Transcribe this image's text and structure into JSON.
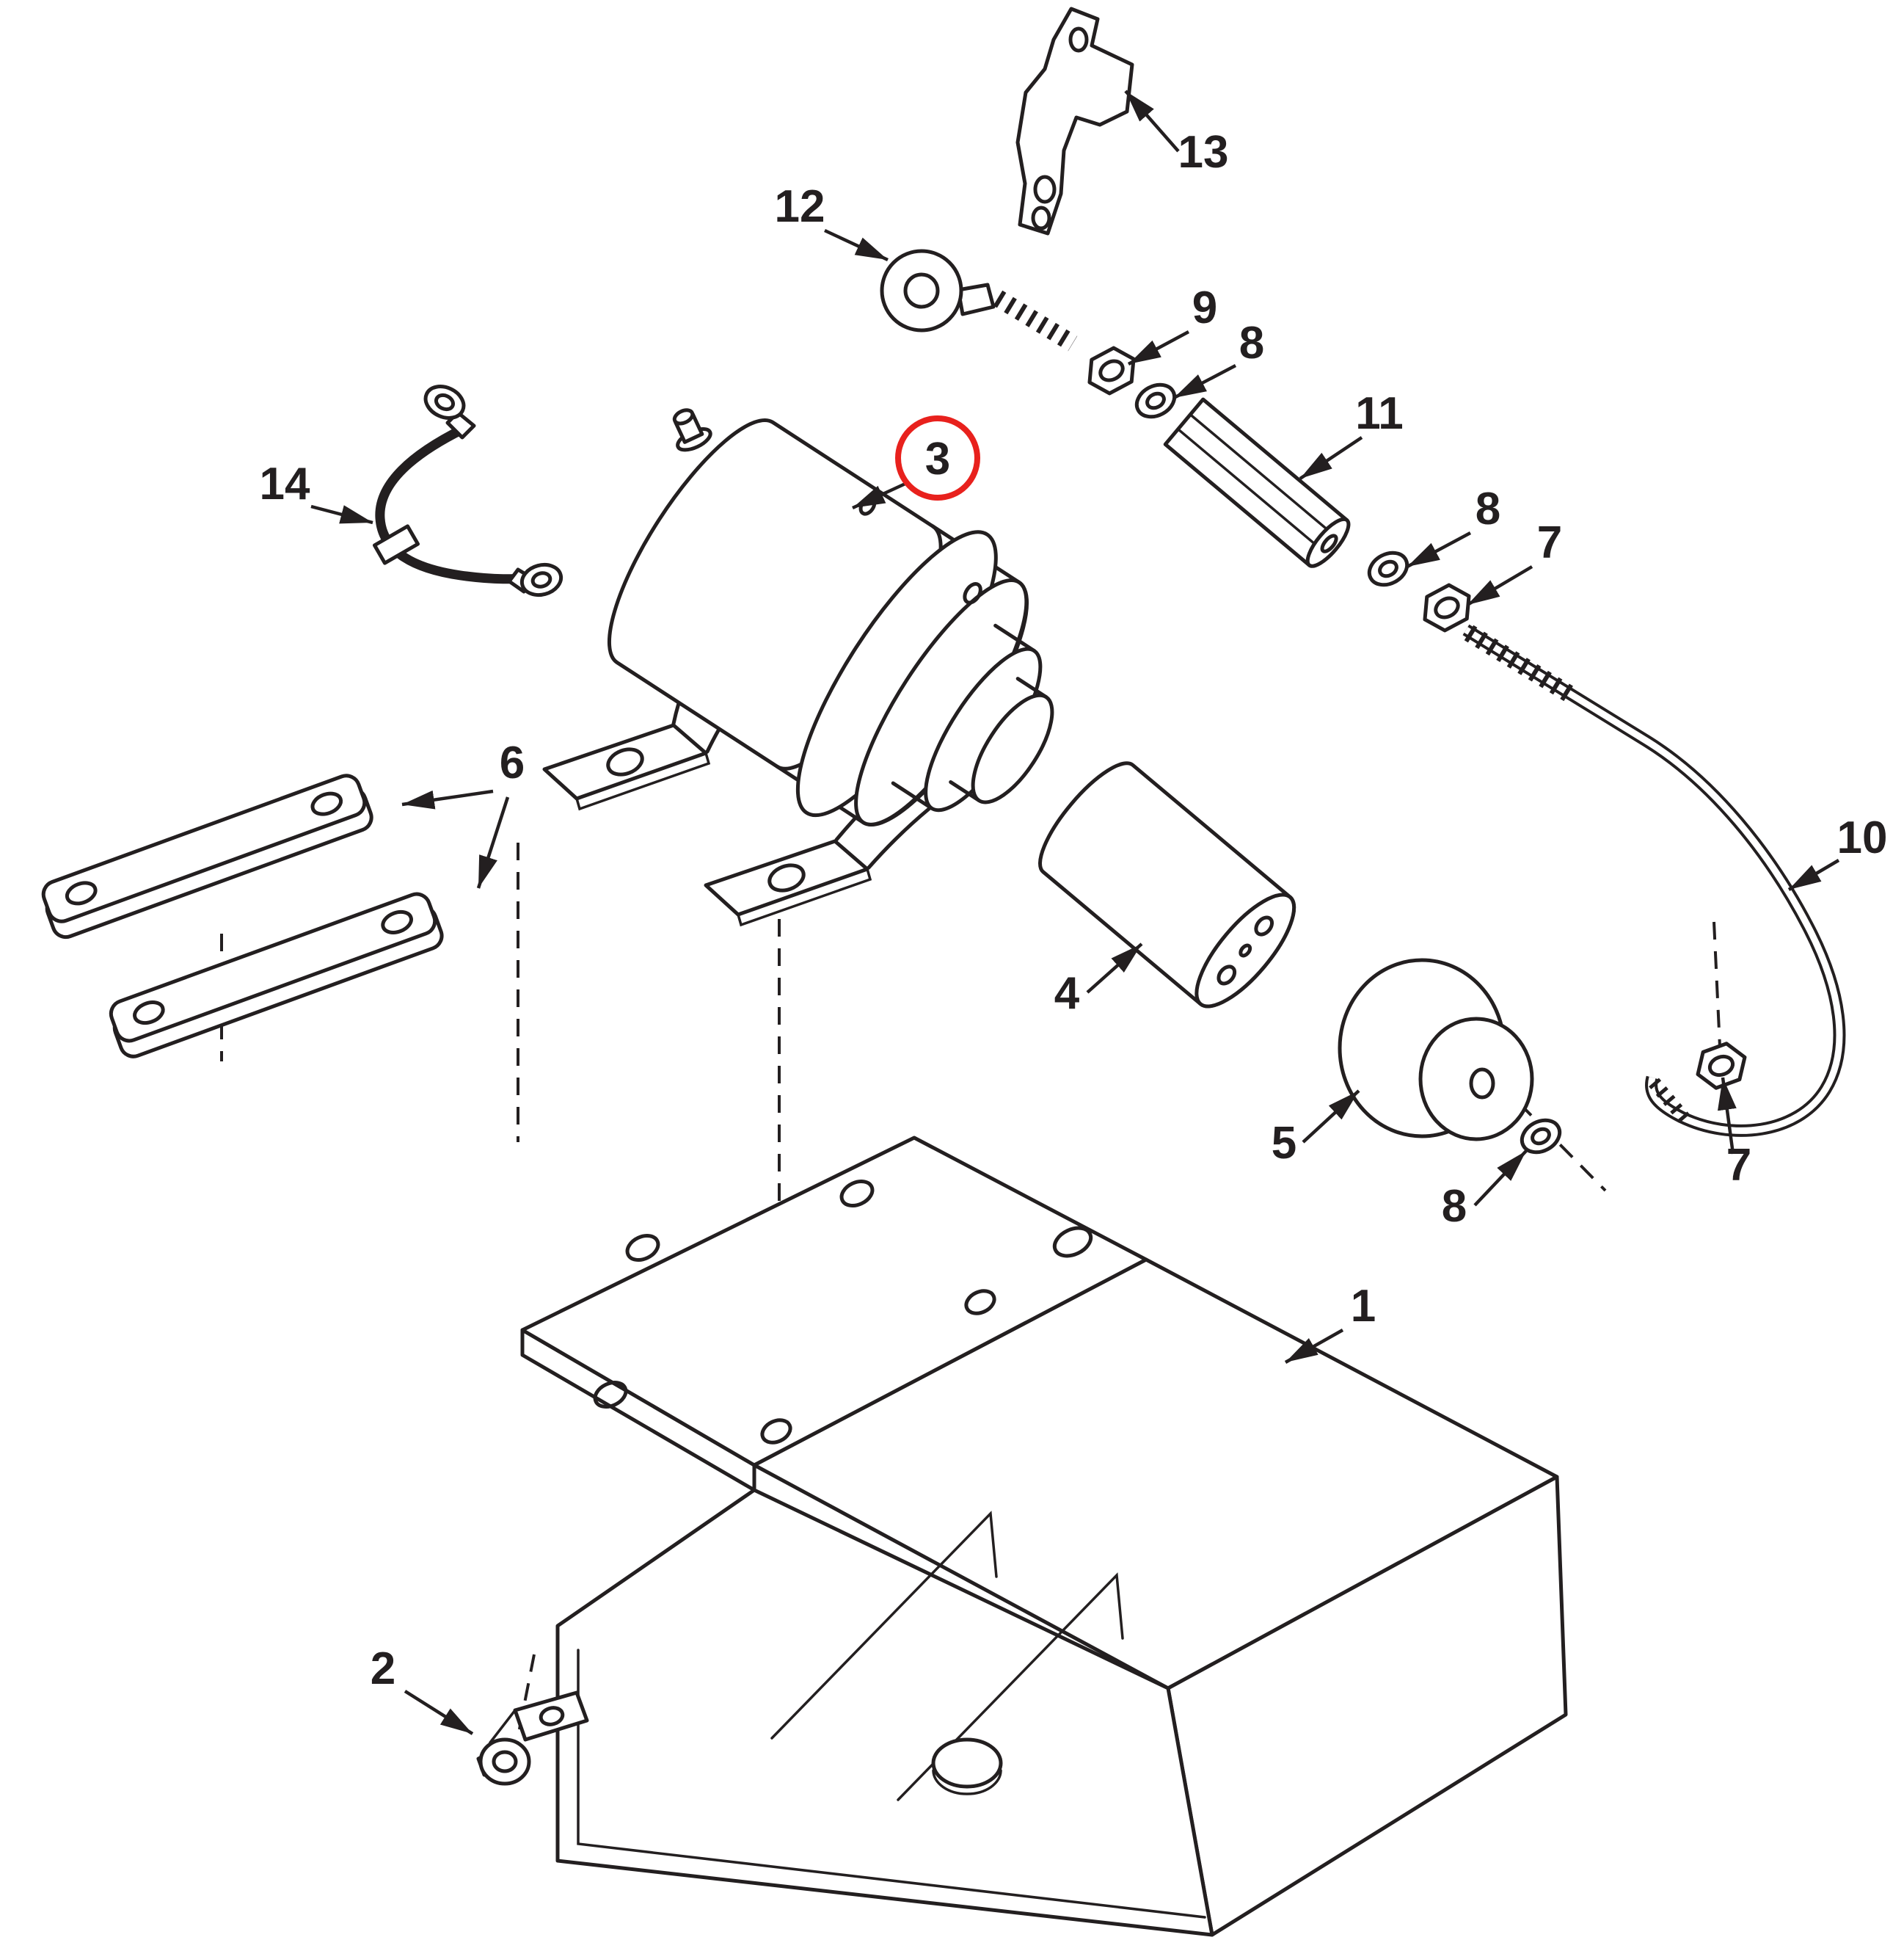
{
  "diagram": {
    "type": "exploded-parts-diagram",
    "line_color": "#231f20",
    "background_color": "#ffffff"
  },
  "highlight": {
    "part_number": "3",
    "color": "#e8211d",
    "shape": "circle"
  },
  "callouts": {
    "n1": {
      "label": "1"
    },
    "n2": {
      "label": "2"
    },
    "n3": {
      "label": "3"
    },
    "n4": {
      "label": "4"
    },
    "n5": {
      "label": "5"
    },
    "n6": {
      "label": "6"
    },
    "n7a": {
      "label": "7"
    },
    "n7b": {
      "label": "7"
    },
    "n8a": {
      "label": "8"
    },
    "n8b": {
      "label": "8"
    },
    "n8c": {
      "label": "8"
    },
    "n9": {
      "label": "9"
    },
    "n10": {
      "label": "10"
    },
    "n11": {
      "label": "11"
    },
    "n12": {
      "label": "12"
    },
    "n13": {
      "label": "13"
    },
    "n14": {
      "label": "14"
    }
  }
}
